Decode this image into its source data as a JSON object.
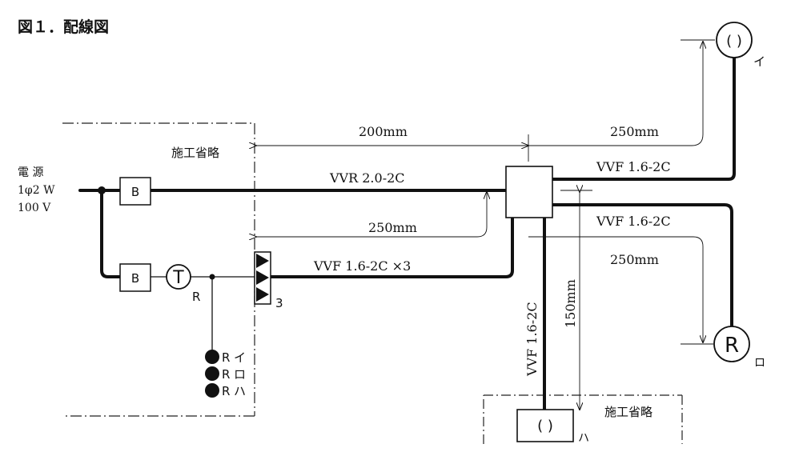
{
  "title": "図１．配線図",
  "omit_label_left": "施工省略",
  "omit_label_bottom": "施工省略",
  "source": {
    "line1": "電 源",
    "line2": "1φ2 W",
    "line3": "100 V"
  },
  "breaker_label": "B",
  "timer_switch": {
    "symbol": "T",
    "sub": "R"
  },
  "switch_group_count": "3",
  "indicators": [
    {
      "letter": "R",
      "kana": "イ"
    },
    {
      "letter": "R",
      "kana": "ロ"
    },
    {
      "letter": "R",
      "kana": "ハ"
    }
  ],
  "cables": {
    "main": "VVR 2.0-2C",
    "to_switch": "VVF 1.6-2C ×3",
    "to_i": "VVF 1.6-2C",
    "to_ro": "VVF 1.6-2C",
    "to_ha": "VVF 1.6-2C"
  },
  "dimensions": {
    "panel_to_box": "200mm",
    "box_to_i": "250mm",
    "switch_to_box": "250mm",
    "box_to_ro": "250mm",
    "box_to_ha": "150mm"
  },
  "fixtures": {
    "i": {
      "symbol": "( )",
      "label": "イ"
    },
    "ro": {
      "symbol": "R",
      "label": "ロ"
    },
    "ha": {
      "symbol": "( )",
      "label": "ハ"
    }
  }
}
